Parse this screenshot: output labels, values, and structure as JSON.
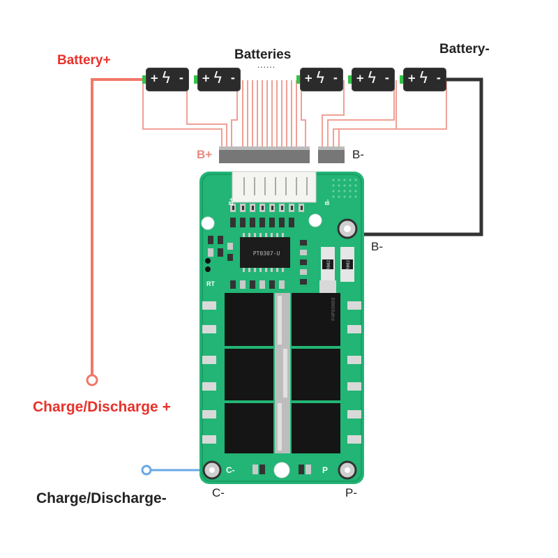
{
  "labels": {
    "battery_plus": "Battery+",
    "batteries": "Batteries",
    "dots": "......",
    "battery_minus": "Battery-",
    "b_plus": "B+",
    "b_minus_top": "B-",
    "b_minus_board": "B-",
    "charge_discharge_plus": "Charge/Discharge +",
    "charge_discharge_minus": "Charge/Discharge-",
    "c_minus": "C-",
    "p_minus": "P-"
  },
  "board": {
    "silk_b_plus": "B+",
    "silk_b_minus": "B-",
    "silk_c_minus": "C-",
    "silk_p": "P",
    "silk_rt": "RT",
    "ic_marking": "PT0307-U",
    "resistor_1": "R002",
    "resistor_2": "R002",
    "mosfet_mark": "FHP80N08"
  },
  "cells": [
    {
      "plus": "+",
      "minus": "-"
    },
    {
      "plus": "+",
      "minus": "-"
    },
    {
      "plus": "+",
      "minus": "-"
    },
    {
      "plus": "+",
      "minus": "-"
    },
    {
      "plus": "+",
      "minus": "-"
    }
  ],
  "colors": {
    "positive_wire": "#f07868",
    "negative_wire": "#333333",
    "charge_minus_wire": "#6aa8e6",
    "board_green": "#22b575",
    "label_red": "#e8312a"
  }
}
